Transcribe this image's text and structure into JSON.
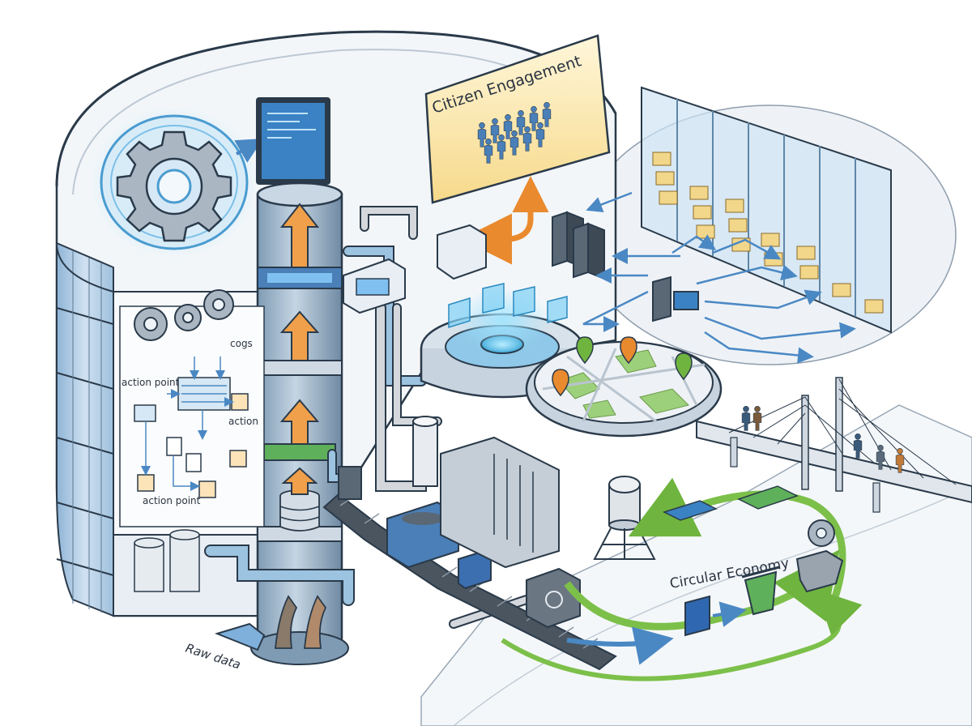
{
  "labels": {
    "citizen_engagement": "Citizen Engagement",
    "cogs": "cogs",
    "action_point_top": "action point",
    "action": "action",
    "action_point_bottom": "action point",
    "circular_economy": "Circular Economy",
    "raw_data": "Raw data"
  },
  "colors": {
    "outline": "#2a3a4a",
    "building_glass": "#bcd4ea",
    "building_white": "#f3f6f9",
    "pipe_blue": "#9cc3e0",
    "pipe_grey": "#d4d8dc",
    "arrow_orange": "#f0a04a",
    "arrow_blue": "#4a88c4",
    "arrow_green": "#7cc04a",
    "hologram": "#5cc8f0",
    "sign_yellow": "#fbe7a8",
    "map_green": "#9dd07a",
    "folder_yellow": "#f2d78a"
  },
  "icons": [
    "gear-icon",
    "monitor-icon",
    "people-icon",
    "server-icon",
    "folder-icon",
    "map-pin-icon",
    "recycle-bin-icon",
    "circuit-board-icon",
    "database-stack-icon"
  ]
}
